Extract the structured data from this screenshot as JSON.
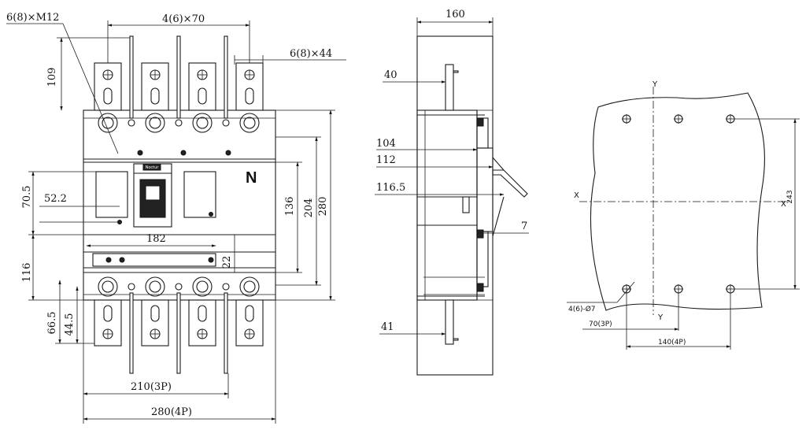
{
  "front_view": {
    "labels": {
      "bolt": "6(8)×M12",
      "pitch": "4(6)×70",
      "bar_width": "6(8)×44",
      "h109": "109",
      "h70_5": "70.5",
      "h52_2": "52.2",
      "h116": "116",
      "h66_5": "66.5",
      "h44_5": "44.5",
      "w182": "182",
      "h22": "22",
      "h136": "136",
      "h204": "204",
      "h280": "280",
      "w210": "210(3P)",
      "w280": "280(4P)",
      "n_mark": "N",
      "logo": "Noctur"
    }
  },
  "side_view": {
    "labels": {
      "w160": "160",
      "d40": "40",
      "d104": "104",
      "d112": "112",
      "d116_5": "116.5",
      "d7": "7",
      "d41": "41"
    }
  },
  "mounting_view": {
    "labels": {
      "x_left": "X",
      "x_right": "X",
      "y_top": "Y",
      "y_bottom": "Y",
      "h243": "243",
      "holes": "4(6)-Ø7",
      "w70": "70(3P)",
      "w140": "140(4P)"
    }
  }
}
